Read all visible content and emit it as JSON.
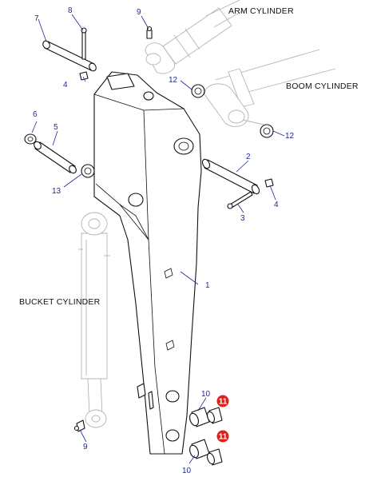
{
  "assembly_labels": {
    "arm_cylinder": "ARM CYLINDER",
    "boom_cylinder": "BOOM CYLINDER",
    "bucket_cylinder": "BUCKET CYLINDER"
  },
  "callouts": {
    "c1": "1",
    "c2": "2",
    "c3": "3",
    "c4a": "4",
    "c4b": "4",
    "c5": "5",
    "c6": "6",
    "c7": "7",
    "c8": "8",
    "c9a": "9",
    "c9b": "9",
    "c10a": "10",
    "c10b": "10",
    "c12a": "12",
    "c12b": "12",
    "c13": "13"
  },
  "highlighted_callouts": {
    "h11a": "11",
    "h11b": "11"
  },
  "colors": {
    "callout_text": "#1f2a9a",
    "highlight_badge": "#e0201b",
    "line_art": "#111111",
    "ghost_assembly": "#b5b5b5"
  }
}
